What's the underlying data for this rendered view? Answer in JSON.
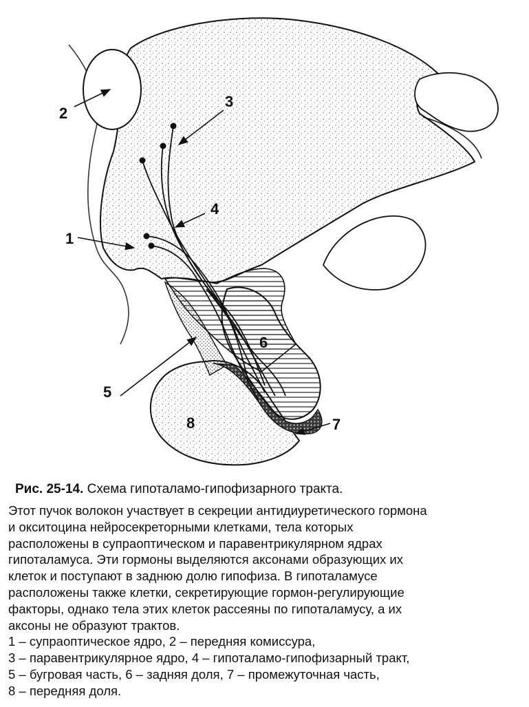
{
  "labels": {
    "l1": "1",
    "l2": "2",
    "l3": "3",
    "l4": "4",
    "l5": "5",
    "l6": "6",
    "l7": "7",
    "l8": "8"
  },
  "caption": {
    "fig_number": "Рис. 25-14.",
    "title": "Схема гипоталамо-гипофизарного  тракта.",
    "body_lines": [
      "Этот пучок волокон участвует в секреции антидиуретического гормона",
      "и окситоцина  нейросекреторными клетками, тела которых",
      "расположены в супраоптическом и паравентрикулярном ядрах",
      "гипоталамуса. Эти гормоны выделяются аксонами образующих их",
      "клеток и поступают в заднюю долю гипофиза. В  гипоталамусе",
      "расположены также клетки, секретирующие гормон-регулирующие",
      "факторы, однако тела этих клеток рассеяны по гипоталамусу, а их",
      "аксоны не образуют трактов."
    ],
    "legend_lines": [
      "1 – супраоптическое ядро, 2 – передняя комиссура,",
      "3 – паравентрикулярное ядро, 4 – гипоталамо-гипофизарный тракт,",
      "5 – бугровая часть, 6 – задняя доля, 7 – промежуточная часть,",
      "8 – передняя доля."
    ]
  }
}
